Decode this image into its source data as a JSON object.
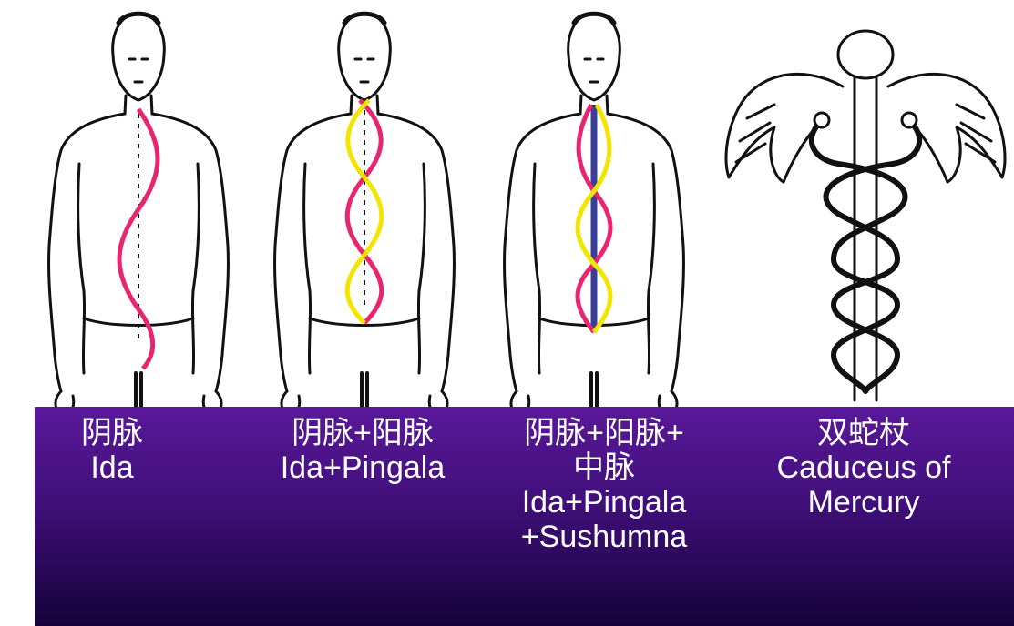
{
  "colors": {
    "ida": "#e8256e",
    "pingala": "#f2e600",
    "sushumna": "#3b3f9c",
    "band_top": "#5a189a",
    "band_bottom": "#15023a"
  },
  "panels": [
    {
      "title_cn": "阴脉",
      "title_en": "Ida"
    },
    {
      "title_cn": "阴脉+阳脉",
      "title_en": "Ida+Pingala"
    },
    {
      "title_cn_line1": "阴脉+阳脉+",
      "title_cn_line2": "中脉",
      "title_en_line1": "Ida+Pingala",
      "title_en_line2": "+Sushumna"
    },
    {
      "title_cn": "双蛇杖",
      "title_en_line1": "Caduceus of",
      "title_en_line2": "Mercury"
    }
  ]
}
